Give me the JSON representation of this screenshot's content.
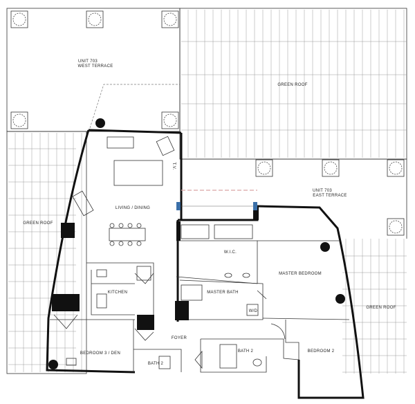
{
  "labels": {
    "west_terrace_unit": "UNIT 703",
    "west_terrace": "WEST TERRACE",
    "green_roof_top": "GREEN ROOF",
    "east_terrace_unit": "UNIT 703",
    "east_terrace": "EAST TERRACE",
    "green_roof_left": "GREEN ROOF",
    "green_roof_right": "GREEN ROOF",
    "living_dining": "LIVING / DINING",
    "kitchen": "KITCHEN",
    "wic": "W.I.C.",
    "master_bedroom": "MASTER BEDROOM",
    "master_bath": "MASTER BATH",
    "wd": "W/D",
    "foyer": "FOYER",
    "bath2_left": "BATH 2",
    "bath2_right": "BATH 2",
    "bedroom3_den": "BEDROOM 3 / DEN",
    "bedroom2": "BEDROOM 2",
    "tv": "T.V."
  }
}
